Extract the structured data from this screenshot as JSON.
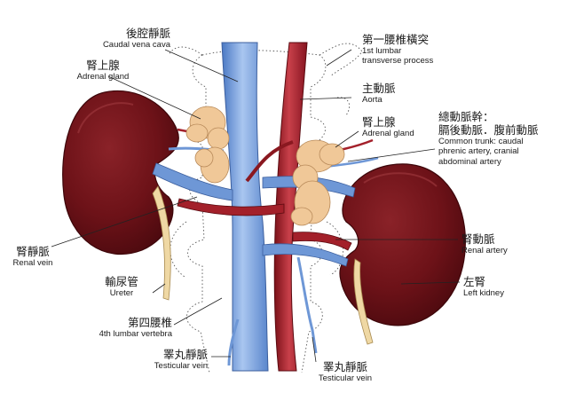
{
  "colors": {
    "vein_blue": "#6e97d6",
    "artery_red": "#a3202a",
    "kidney": "#6d1218",
    "adrenal": "#f0c898",
    "ureter": "#efd8a4"
  },
  "labels": {
    "caudal_vena_cava": {
      "zh": "後腔靜脈",
      "en": "Caudal vena cava"
    },
    "first_lumbar": {
      "zh": "第一腰椎橫突",
      "en": "1st lumbar",
      "en2": "transverse process"
    },
    "adrenal_left": {
      "zh": "腎上腺",
      "en": "Adrenal gland"
    },
    "aorta": {
      "zh": "主動脈",
      "en": "Aorta"
    },
    "adrenal_right": {
      "zh": "腎上腺",
      "en": "Adrenal gland"
    },
    "common_trunk": {
      "zh": "總動脈幹：",
      "zh2": "膈後動脈．腹前動脈",
      "en": "Common trunk: caudal",
      "en2": "phrenic artery, cranial",
      "en3": "abdominal artery"
    },
    "renal_vein": {
      "zh": "腎靜脈",
      "en": "Renal vein"
    },
    "renal_artery": {
      "zh": "腎動脈",
      "en": "Renal artery"
    },
    "ureter": {
      "zh": "輸尿管",
      "en": "Ureter"
    },
    "left_kidney": {
      "zh": "左腎",
      "en": "Left kidney"
    },
    "fourth_lumbar": {
      "zh": "第四腰椎",
      "en": "4th lumbar vertebra"
    },
    "testicular_vein_left": {
      "zh": "睪丸靜脈",
      "en": "Testicular vein"
    },
    "testicular_vein_right": {
      "zh": "睪丸靜脈",
      "en": "Testicular vein"
    }
  }
}
